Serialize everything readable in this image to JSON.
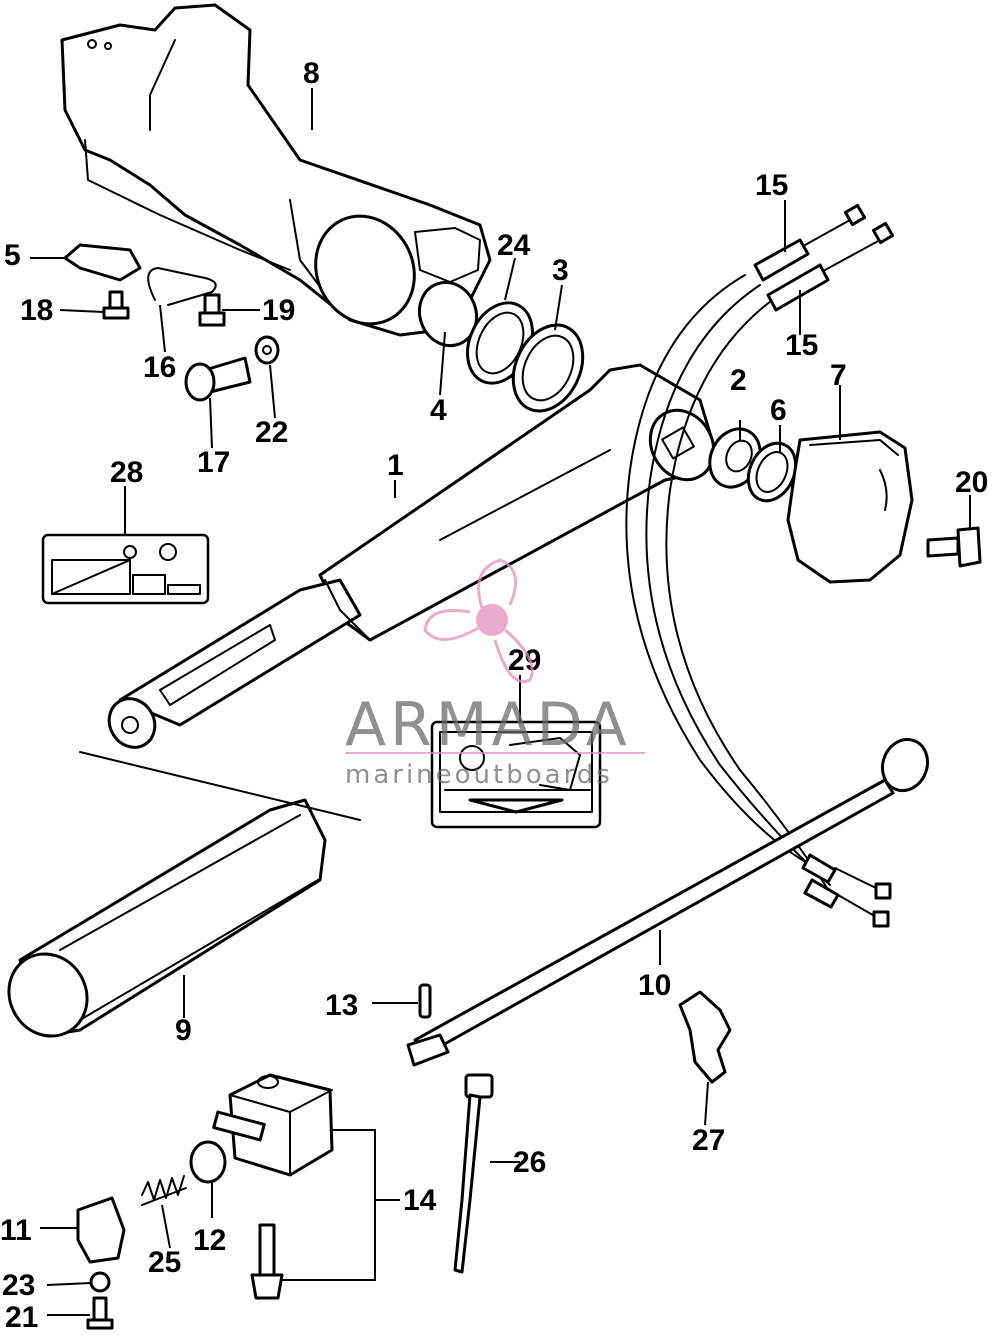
{
  "callouts": {
    "c1": "1",
    "c2": "2",
    "c3": "3",
    "c4": "4",
    "c5": "5",
    "c6": "6",
    "c7": "7",
    "c8": "8",
    "c9": "9",
    "c10": "10",
    "c11": "11",
    "c12": "12",
    "c13": "13",
    "c14": "14",
    "c15a": "15",
    "c15b": "15",
    "c16": "16",
    "c17": "17",
    "c18": "18",
    "c19": "19",
    "c20": "20",
    "c21": "21",
    "c22": "22",
    "c23": "23",
    "c24": "24",
    "c25": "25",
    "c26": "26",
    "c27": "27",
    "c28": "28",
    "c29": "29"
  },
  "watermark": {
    "brand": "ARMADA",
    "tagline": "marineoutboards",
    "color": "#e38fbf"
  }
}
